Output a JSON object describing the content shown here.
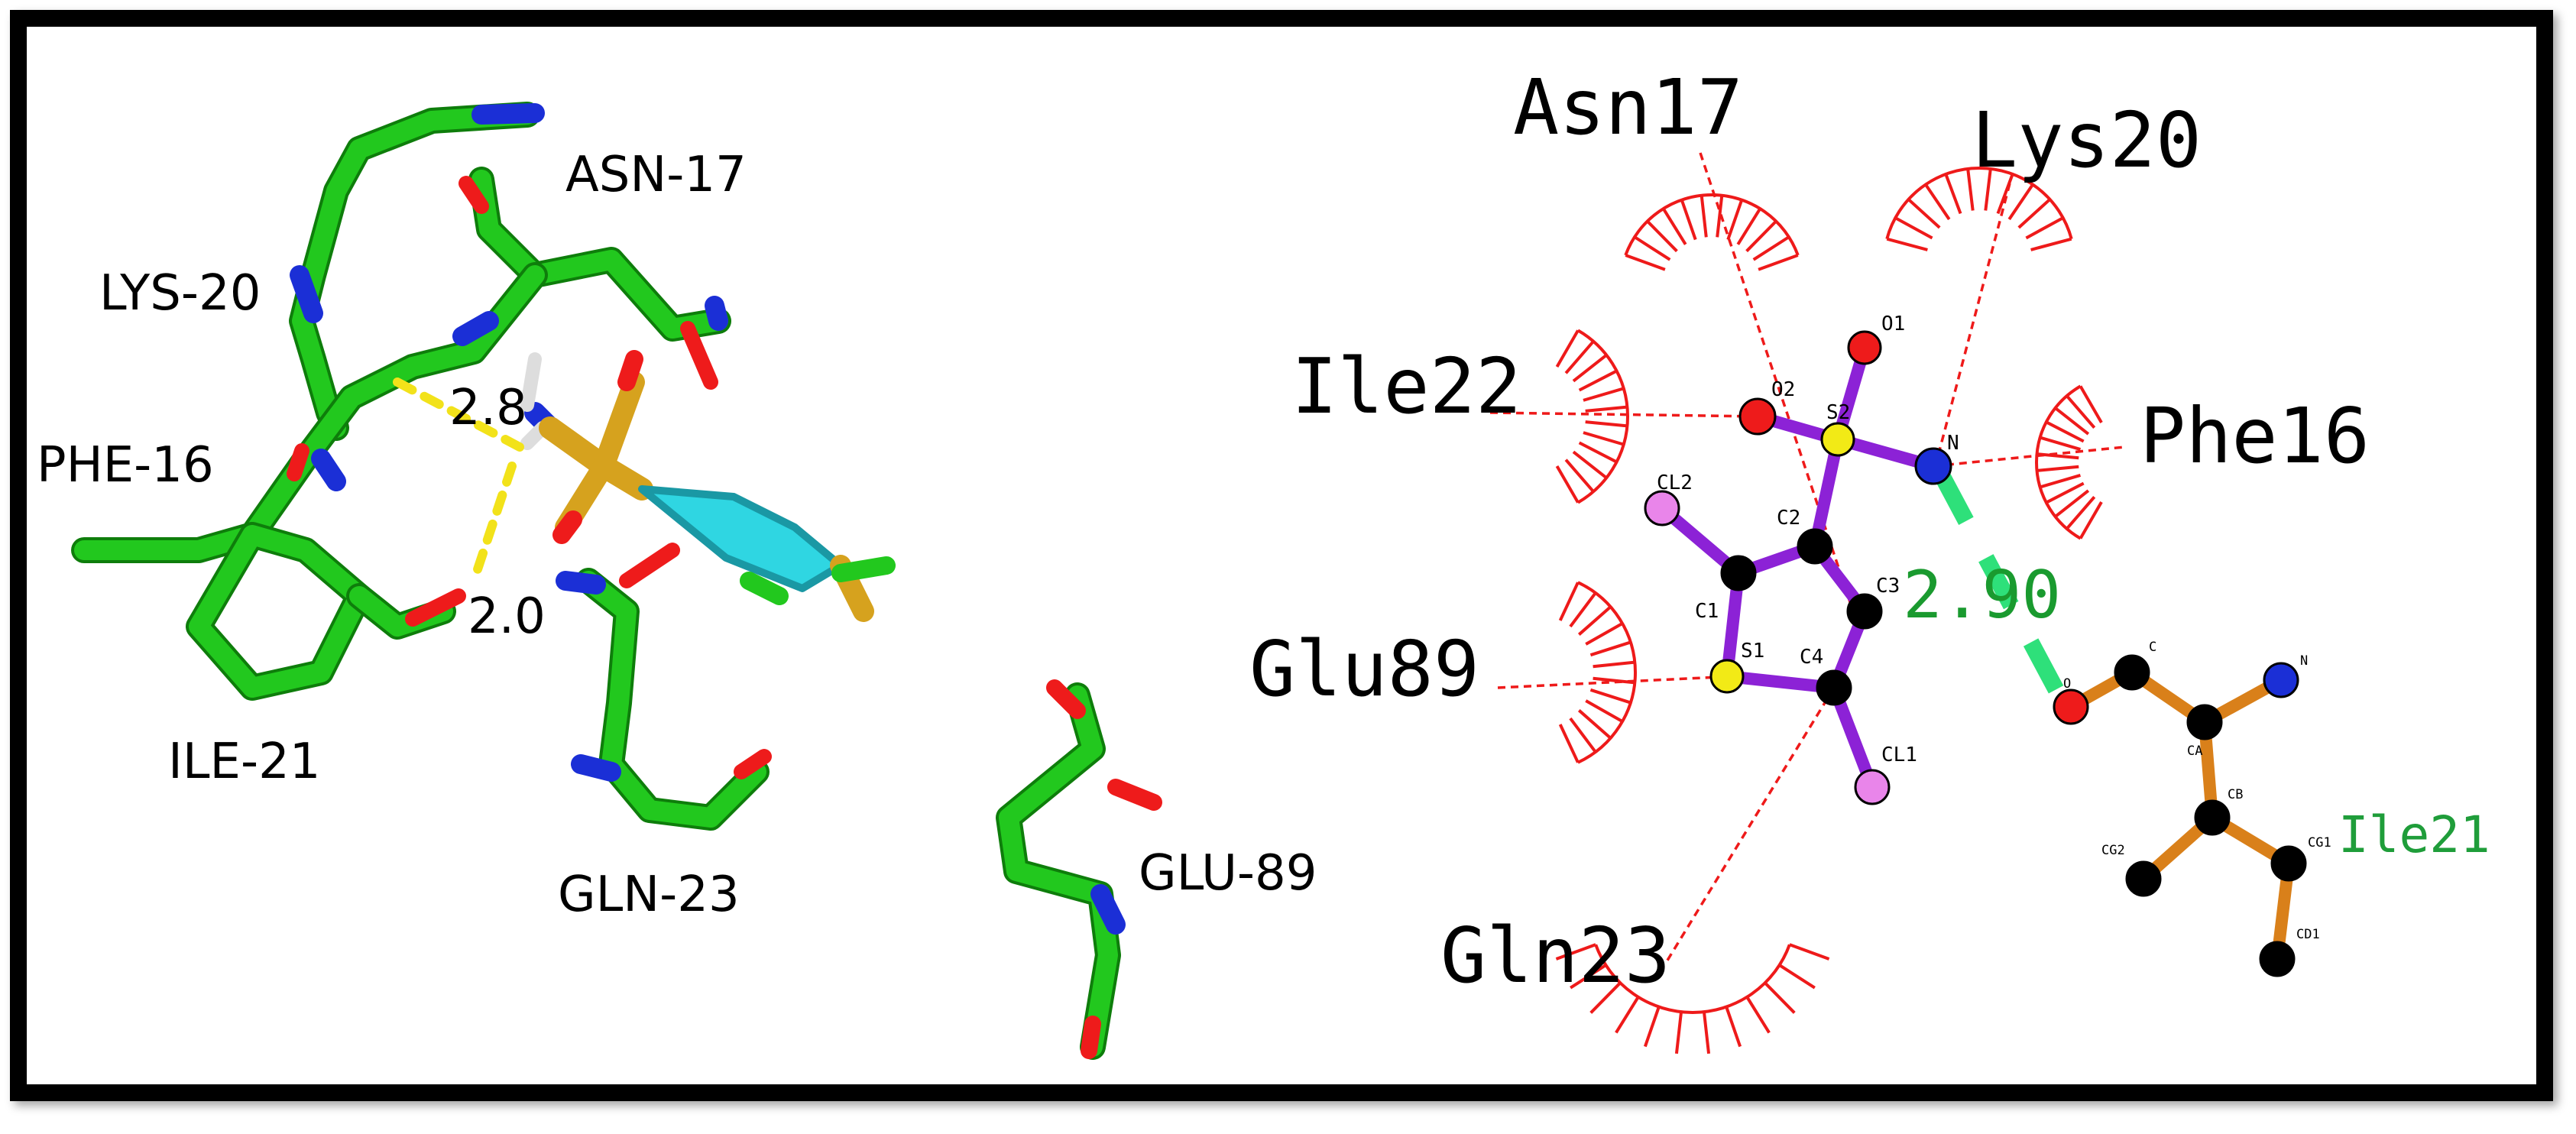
{
  "panel_3d": {
    "residues": [
      "ASN-17",
      "LYS-20",
      "PHE-16",
      "ILE-21",
      "GLN-23",
      "GLU-89"
    ],
    "distances": [
      "2.8",
      "2.0"
    ]
  },
  "panel_2d": {
    "residues": [
      "Asn17",
      "Lys20",
      "Ile22",
      "Phe16",
      "Glu89",
      "Gln23"
    ],
    "hbond_residue": "Ile21",
    "hbond_distance": "2.90",
    "ligand_atoms": [
      "O1",
      "O2",
      "S2",
      "N",
      "CL2",
      "C2",
      "C3",
      "C1",
      "S1",
      "C4",
      "CL1"
    ],
    "residue_atoms": [
      "O",
      "C",
      "N",
      "CA",
      "CB",
      "CG2",
      "CG1",
      "CD1"
    ]
  },
  "colors": {
    "carbon_green": "#22c81e",
    "nitrogen": "#1b2fd6",
    "oxygen": "#ee1b1b",
    "sulfur": "#d6a21e",
    "ligand_carbon": "#2fd6e2",
    "hbond_dash": "#f2e21a",
    "hydrophobic": "#ee1a1a",
    "ligand_bond": "#8c22d6",
    "residue_bond": "#d9801a",
    "hbond_2d": "#2ee07a"
  }
}
